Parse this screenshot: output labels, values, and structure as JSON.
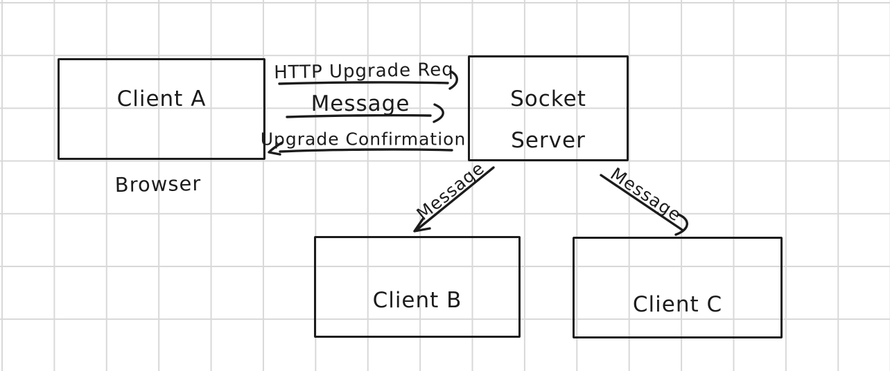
{
  "colors": {
    "ink": "#1c1c1c",
    "grid": "#d8d8d8",
    "background": "#ffffff"
  },
  "nodes": {
    "client_a": {
      "label": "Client A",
      "caption": "Browser"
    },
    "socket_server": {
      "label_line1": "Socket",
      "label_line2": "Server"
    },
    "client_b": {
      "label": "Client B"
    },
    "client_c": {
      "label": "Client C"
    }
  },
  "edges": {
    "upgrade_request": {
      "label": "HTTP Upgrade Req"
    },
    "message_to_server": {
      "label": "Message"
    },
    "upgrade_confirmation": {
      "label": "Upgrade Confirmation"
    },
    "message_to_client_b": {
      "label": "Message"
    },
    "message_to_client_c": {
      "label": "Message"
    }
  }
}
